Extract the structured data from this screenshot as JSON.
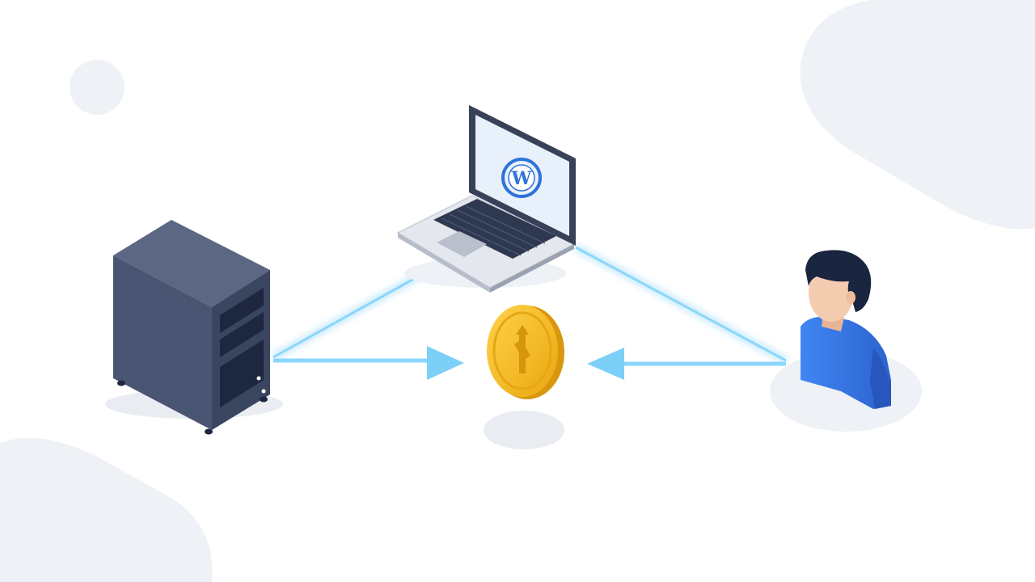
{
  "diagram": {
    "nodes": [
      {
        "id": "server",
        "icon": "server-tower-icon"
      },
      {
        "id": "laptop",
        "icon": "laptop-icon",
        "screen_logo": "W"
      },
      {
        "id": "coin",
        "icon": "gold-coin-icon"
      },
      {
        "id": "user",
        "icon": "user-avatar-icon"
      }
    ],
    "connections": [
      {
        "from": "server",
        "to": "laptop"
      },
      {
        "from": "laptop",
        "to": "user"
      },
      {
        "from": "server",
        "to": "coin",
        "arrow": true
      },
      {
        "from": "user",
        "to": "coin",
        "arrow": true
      }
    ]
  },
  "colors": {
    "background": "#ffffff",
    "blob": "#eef1f5",
    "server_body": "#3f4a66",
    "server_top": "#5c6784",
    "laptop_frame": "#374258",
    "laptop_base": "#e4e7ed",
    "link_glow": "#6ec9f5",
    "coin": "#f2bd27",
    "user_shirt": "#3a7ae6",
    "user_hair": "#1a2540",
    "user_skin": "#f4ccb0"
  }
}
